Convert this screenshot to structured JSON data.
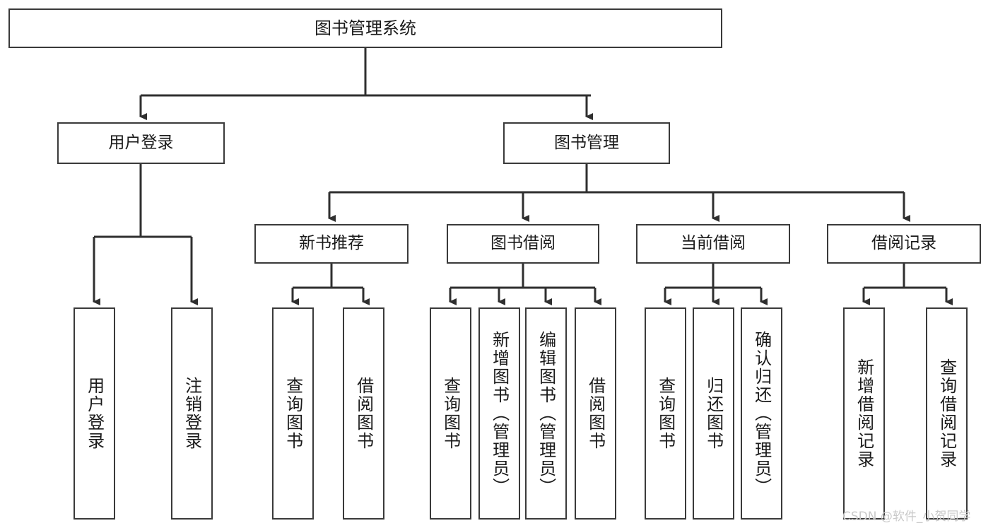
{
  "diagram": {
    "title": "图书管理系统",
    "watermark": "CSDN @软件_小贺同学",
    "type": "tree-hierarchy",
    "root": {
      "label": "图书管理系统"
    },
    "level2": [
      {
        "label": "用户登录"
      },
      {
        "label": "图书管理"
      }
    ],
    "level3": [
      {
        "label": "新书推荐"
      },
      {
        "label": "图书借阅"
      },
      {
        "label": "当前借阅"
      },
      {
        "label": "借阅记录"
      }
    ],
    "leaves": {
      "user_login": [
        {
          "label": "用户登录"
        },
        {
          "label": "注销登录"
        }
      ],
      "new_book_recommend": [
        {
          "label": "查询图书"
        },
        {
          "label": "借阅图书"
        }
      ],
      "book_borrow": [
        {
          "label": "查询图书"
        },
        {
          "label": "新增图书（管理员）"
        },
        {
          "label": "编辑图书（管理员）"
        },
        {
          "label": "借阅图书"
        }
      ],
      "current_borrow": [
        {
          "label": "查询图书"
        },
        {
          "label": "归还图书"
        },
        {
          "label": "确认归还（管理员）"
        }
      ],
      "borrow_records": [
        {
          "label": "新增借阅记录"
        },
        {
          "label": "查询借阅记录"
        }
      ]
    },
    "colors": {
      "border": "#3a3a3a",
      "text": "#1a1a1a",
      "background": "#ffffff",
      "watermark": "#c9c9c9"
    }
  }
}
